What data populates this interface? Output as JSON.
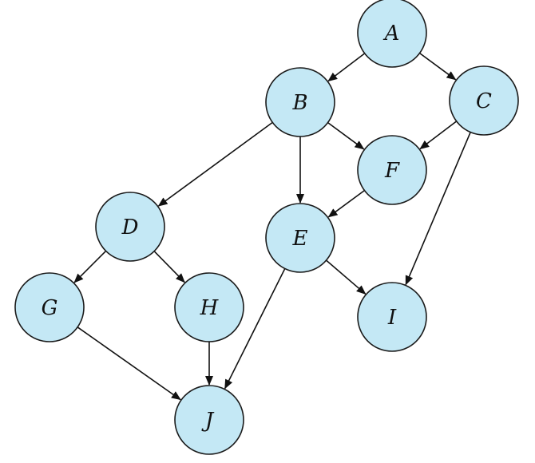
{
  "graph": {
    "nodes": [
      {
        "id": "A",
        "label": "A"
      },
      {
        "id": "B",
        "label": "B"
      },
      {
        "id": "C",
        "label": "C"
      },
      {
        "id": "F",
        "label": "F"
      },
      {
        "id": "D",
        "label": "D"
      },
      {
        "id": "E",
        "label": "E"
      },
      {
        "id": "G",
        "label": "G"
      },
      {
        "id": "H",
        "label": "H"
      },
      {
        "id": "I",
        "label": "I"
      },
      {
        "id": "J",
        "label": "J"
      }
    ],
    "edges": [
      {
        "from": "A",
        "to": "B"
      },
      {
        "from": "A",
        "to": "C"
      },
      {
        "from": "B",
        "to": "F"
      },
      {
        "from": "B",
        "to": "E"
      },
      {
        "from": "B",
        "to": "D"
      },
      {
        "from": "C",
        "to": "F"
      },
      {
        "from": "C",
        "to": "I"
      },
      {
        "from": "F",
        "to": "E"
      },
      {
        "from": "D",
        "to": "G"
      },
      {
        "from": "D",
        "to": "H"
      },
      {
        "from": "E",
        "to": "I"
      },
      {
        "from": "E",
        "to": "J"
      },
      {
        "from": "G",
        "to": "J"
      },
      {
        "from": "H",
        "to": "J"
      }
    ]
  }
}
